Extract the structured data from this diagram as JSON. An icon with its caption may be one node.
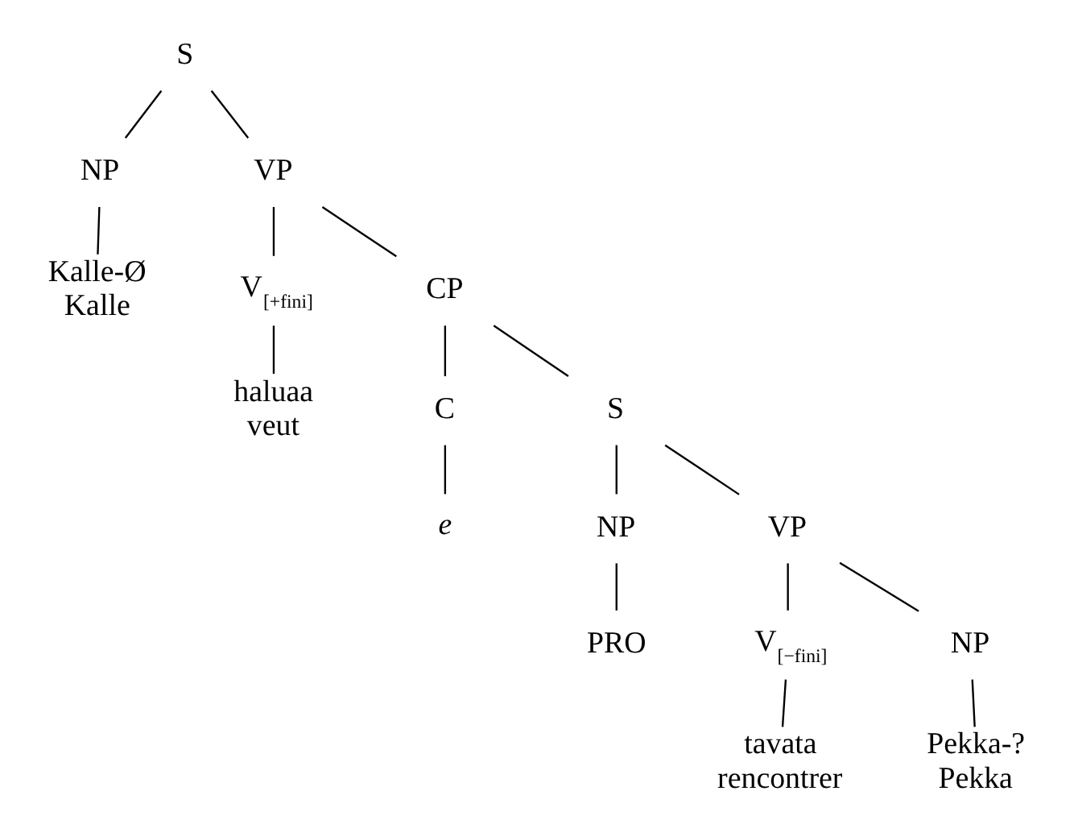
{
  "diagram": {
    "nodes": [
      {
        "text": [
          "S"
        ]
      },
      {
        "text": [
          "NP"
        ]
      },
      {
        "text": [
          "VP"
        ]
      },
      {
        "text": [
          "Kalle-Ø",
          "Kalle"
        ]
      },
      {
        "text": [
          "V$_{[+fini]}$"
        ]
      },
      {
        "text": [
          "CP"
        ]
      },
      {
        "text": [
          "haluaa",
          "veut"
        ]
      },
      {
        "text": [
          "C"
        ]
      },
      {
        "text": [
          "S"
        ]
      },
      {
        "text": [
          "e"
        ]
      },
      {
        "text": [
          "NP"
        ]
      },
      {
        "text": [
          "VP"
        ]
      },
      {
        "text": [
          "PRO"
        ]
      },
      {
        "text": [
          "V$_{[−fini]}$"
        ]
      },
      {
        "text": [
          "NP"
        ]
      },
      {
        "text": [
          "tavata",
          "rencontrer"
        ]
      },
      {
        "text": [
          "Pekka-?",
          "Pekka"
        ]
      }
    ],
    "edges": [
      {
        "from": 0,
        "to": 1,
        "arrow": "none"
      },
      {
        "from": 0,
        "to": 2,
        "arrow": "none"
      },
      {
        "from": 1,
        "to": 3,
        "arrow": "none"
      },
      {
        "from": 2,
        "to": 4,
        "arrow": "none"
      },
      {
        "from": 2,
        "to": 5,
        "arrow": "none"
      },
      {
        "from": 4,
        "to": 6,
        "arrow": "none"
      },
      {
        "from": 5,
        "to": 7,
        "arrow": "none"
      },
      {
        "from": 5,
        "to": 8,
        "arrow": "none"
      },
      {
        "from": 7,
        "to": 9,
        "arrow": "none"
      },
      {
        "from": 8,
        "to": 10,
        "arrow": "none"
      },
      {
        "from": 8,
        "to": 11,
        "arrow": "none"
      },
      {
        "from": 10,
        "to": 12,
        "arrow": "none"
      },
      {
        "from": 11,
        "to": 13,
        "arrow": "none"
      },
      {
        "from": 11,
        "to": 14,
        "arrow": "none"
      },
      {
        "from": 13,
        "to": 15,
        "arrow": "none"
      },
      {
        "from": 14,
        "to": 16,
        "arrow": "none"
      }
    ]
  }
}
